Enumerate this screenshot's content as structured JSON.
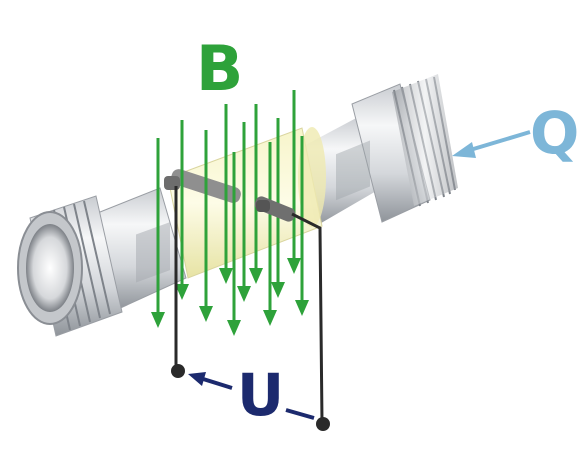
{
  "labels": {
    "magnetic_field": "B",
    "flow": "Q",
    "voltage": "U"
  },
  "colors": {
    "field_green": "#2ea23a",
    "flow_blue": "#7db6d8",
    "voltage_navy": "#1c2a6e",
    "metal_light": "#eef0f2",
    "metal_dark": "#8c9096",
    "tube_yellow": "#f2efb4"
  },
  "icons": {
    "field_arrows": "down-arrow-icon",
    "flow_arrow": "left-arrow-icon",
    "electrode_terminal": "terminal-dot-icon"
  }
}
